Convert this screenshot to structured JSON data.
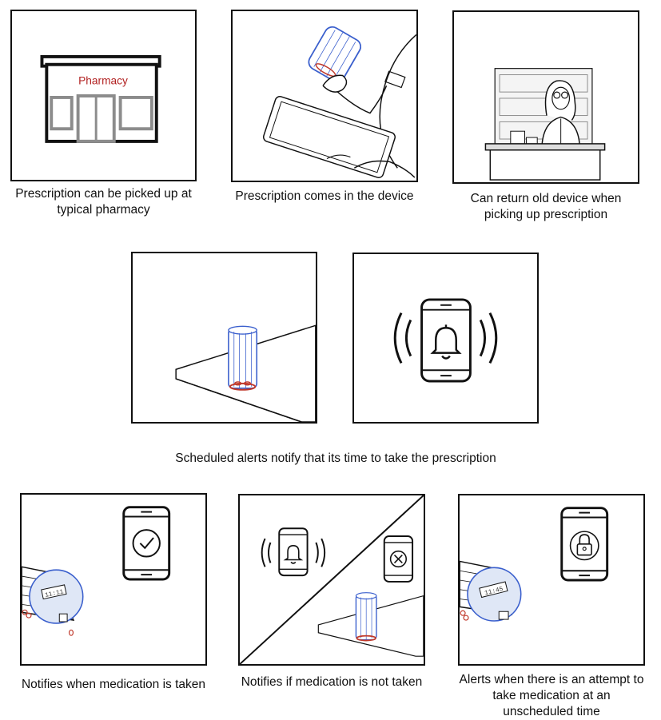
{
  "panels": {
    "pickup": {
      "sign": "Pharmacy",
      "caption": "Prescription can be picked up at typical pharmacy"
    },
    "device": {
      "caption": "Prescription comes in the device"
    },
    "return": {
      "caption": "Can return old device when picking up prescription"
    },
    "table": {},
    "alert": {},
    "taken": {
      "clock": "11:11",
      "caption": "Notifies when medication is taken"
    },
    "not_taken": {
      "caption": "Notifies if medication is not taken"
    },
    "unscheduled": {
      "clock": "11:45",
      "caption": "Alerts when there is an attempt to take medication at an unscheduled time"
    }
  },
  "row2_caption": "Scheduled alerts notify that its time to take the prescription",
  "colors": {
    "outline": "#111111",
    "device_blue": "#3a5fcd",
    "pill_red": "#c0392b",
    "sign_red": "#b22222",
    "wall_gray": "#8c8c8c"
  },
  "icons": [
    "storefront",
    "hand-holding-device",
    "pharmacist",
    "pill-device",
    "phone-bell-icon",
    "phone-check-icon",
    "phone-x-icon",
    "phone-lock-icon"
  ]
}
